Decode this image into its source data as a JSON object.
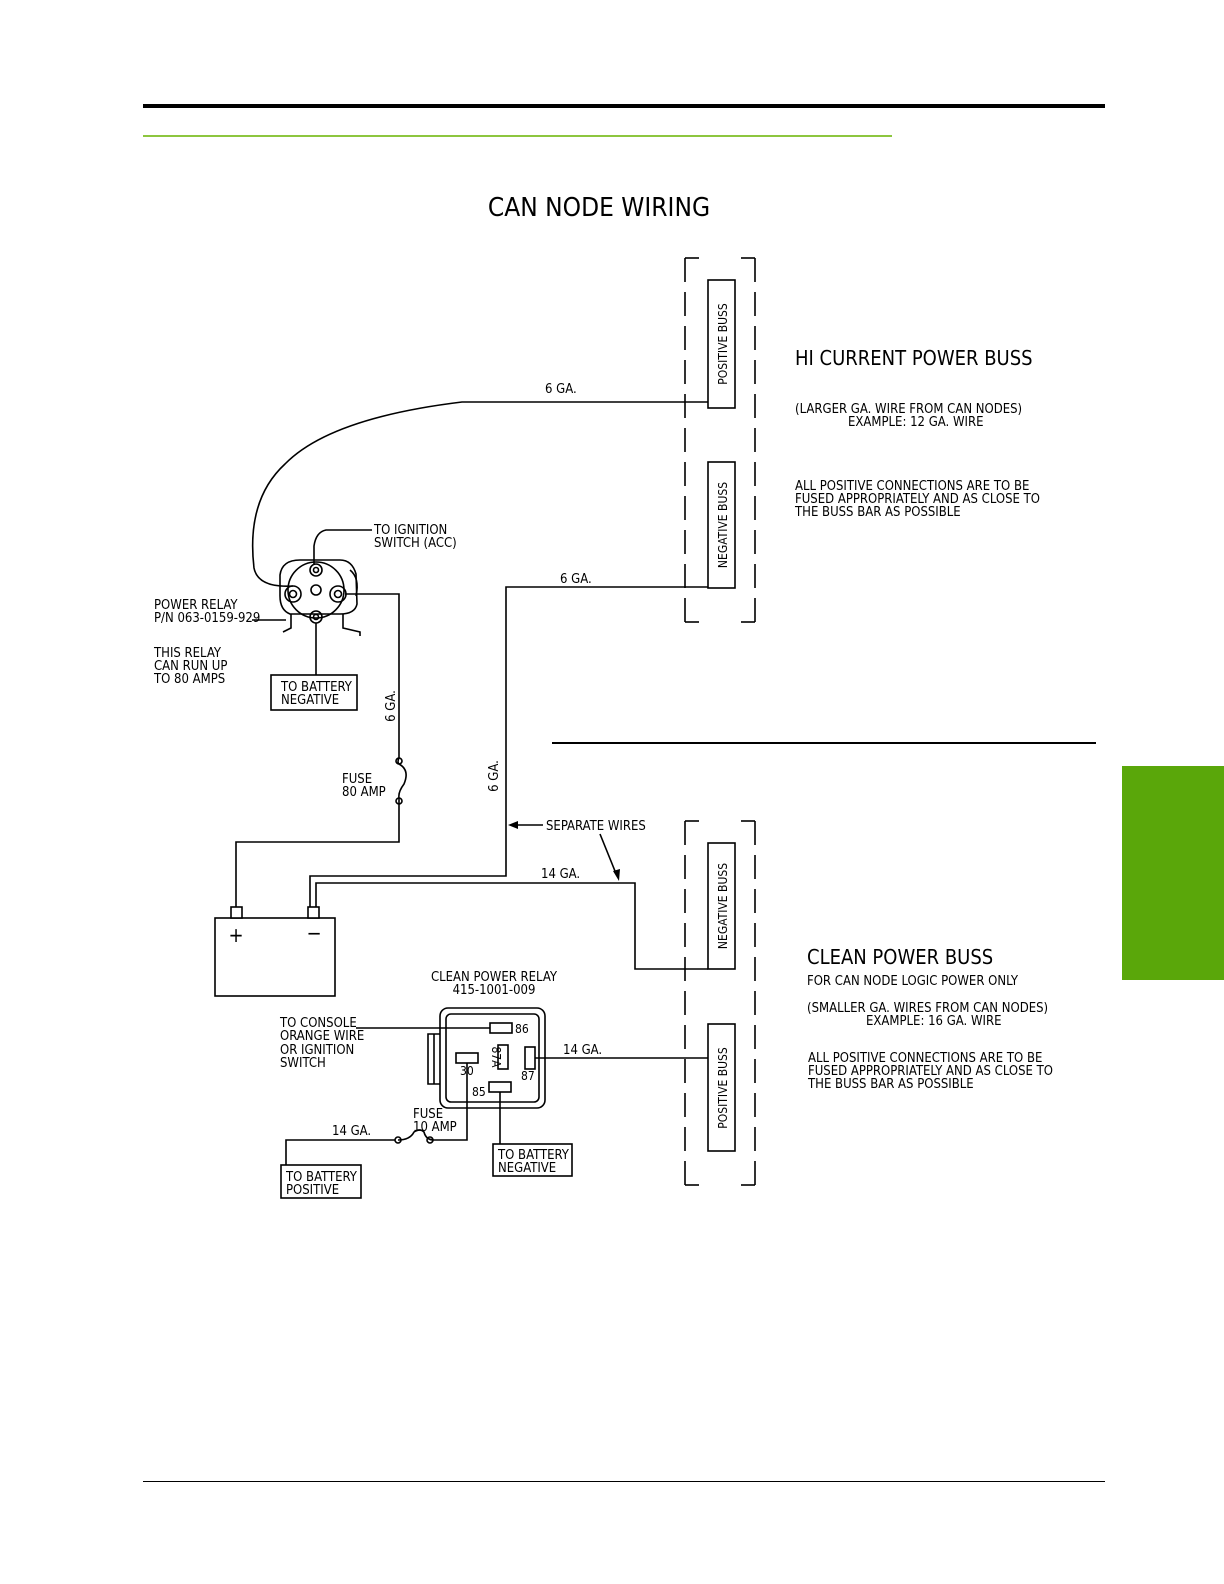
{
  "title": "CAN NODE WIRING",
  "colors": {
    "accent_green": "#5aa70a",
    "header_rule_green": "#8dc63f",
    "line": "#000000"
  },
  "hi_current": {
    "heading": "HI CURRENT POWER BUSS",
    "note1_line1": "(LARGER GA. WIRE FROM CAN NODES)",
    "note1_line2": "EXAMPLE:   12 GA. WIRE",
    "note2_line1": "ALL POSITIVE CONNECTIONS ARE TO BE",
    "note2_line2": "FUSED APPROPRIATELY AND AS CLOSE TO",
    "note2_line3": "THE BUSS BAR AS POSSIBLE",
    "positive_buss": "POSITIVE BUSS",
    "negative_buss": "NEGATIVE BUSS"
  },
  "clean_power": {
    "heading": "CLEAN POWER BUSS",
    "subheading": "FOR CAN NODE LOGIC POWER ONLY",
    "note1_line1": "(SMALLER GA. WIRES FROM CAN NODES)",
    "note1_line2": "EXAMPLE:   16 GA. WIRE",
    "note2_line1": "ALL POSITIVE CONNECTIONS ARE TO BE",
    "note2_line2": "FUSED APPROPRIATELY AND AS CLOSE TO",
    "note2_line3": "THE BUSS BAR AS POSSIBLE",
    "negative_buss": "NEGATIVE BUSS",
    "positive_buss": "POSITIVE BUSS"
  },
  "power_relay": {
    "name": "POWER RELAY",
    "part_number": "P/N 063-0159-929",
    "note_line1": "THIS RELAY",
    "note_line2": "CAN RUN UP",
    "note_line3": "TO 80 AMPS",
    "to_ignition_line1": "TO IGNITION",
    "to_ignition_line2": "SWITCH (ACC)",
    "to_battery_line1": "TO BATTERY",
    "to_battery_line2": "NEGATIVE"
  },
  "wires": {
    "w6ga_top": "6 GA.",
    "w6ga_neg": "6 GA.",
    "w6ga_vert_relay": "6 GA.",
    "w6ga_vert_long": "6 GA.",
    "w14ga_neg": "14 GA.",
    "w14ga_pos": "14 GA.",
    "w14ga_fuse": "14 GA.",
    "separate_wires": "SEPARATE WIRES"
  },
  "fuse80": {
    "line1": "FUSE",
    "line2": "80 AMP"
  },
  "battery": {
    "plus": "+",
    "minus": "−"
  },
  "clean_relay": {
    "name": "CLEAN POWER RELAY",
    "part_number": "415-1001-009",
    "pin86": "86",
    "pin30": "30",
    "pin87a": "87A",
    "pin87": "87",
    "pin85": "85",
    "to_console_line1": "TO CONSOLE",
    "to_console_line2": "ORANGE WIRE",
    "to_console_line3": "OR IGNITION",
    "to_console_line4": "SWITCH",
    "fuse_line1": "FUSE",
    "fuse_line2": "10 AMP",
    "to_battery_pos_line1": "TO BATTERY",
    "to_battery_pos_line2": "POSITIVE",
    "to_battery_neg_line1": "TO BATTERY",
    "to_battery_neg_line2": "NEGATIVE"
  }
}
